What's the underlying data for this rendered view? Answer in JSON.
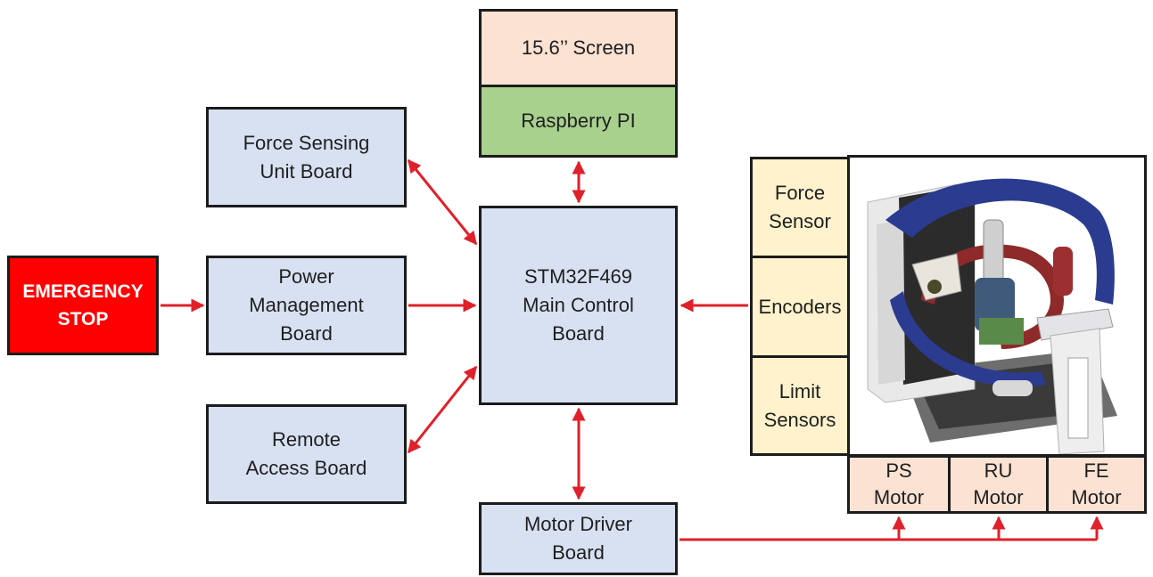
{
  "blocks": {
    "screen": "15.6’’ Screen",
    "raspberry": "Raspberry PI",
    "force_sensing": "Force Sensing\nUnit Board",
    "power_management": "Power\nManagement\nBoard",
    "emergency_stop": "EMERGENCY\nSTOP",
    "remote_access": "Remote\nAccess Board",
    "main_control": "STM32F469\nMain Control\nBoard",
    "motor_driver": "Motor Driver\nBoard",
    "force_sensor": "Force\nSensor",
    "encoders": "Encoders",
    "limit_sensors": "Limit\nSensors",
    "ps_motor": "PS\nMotor",
    "ru_motor": "RU\nMotor",
    "fe_motor": "FE\nMotor"
  },
  "colors": {
    "board_fill": "#d8e1f2",
    "screen_fill": "#fbe2d3",
    "raspberry_fill": "#a9d18e",
    "sensor_fill": "#fff2cc",
    "motor_fill": "#fbe2d3",
    "emergency_fill": "#ff0000",
    "arrow": "#e0202a",
    "border": "#1c1c1c"
  },
  "robot_image": {
    "icon": "wrist-robot-illustration"
  }
}
